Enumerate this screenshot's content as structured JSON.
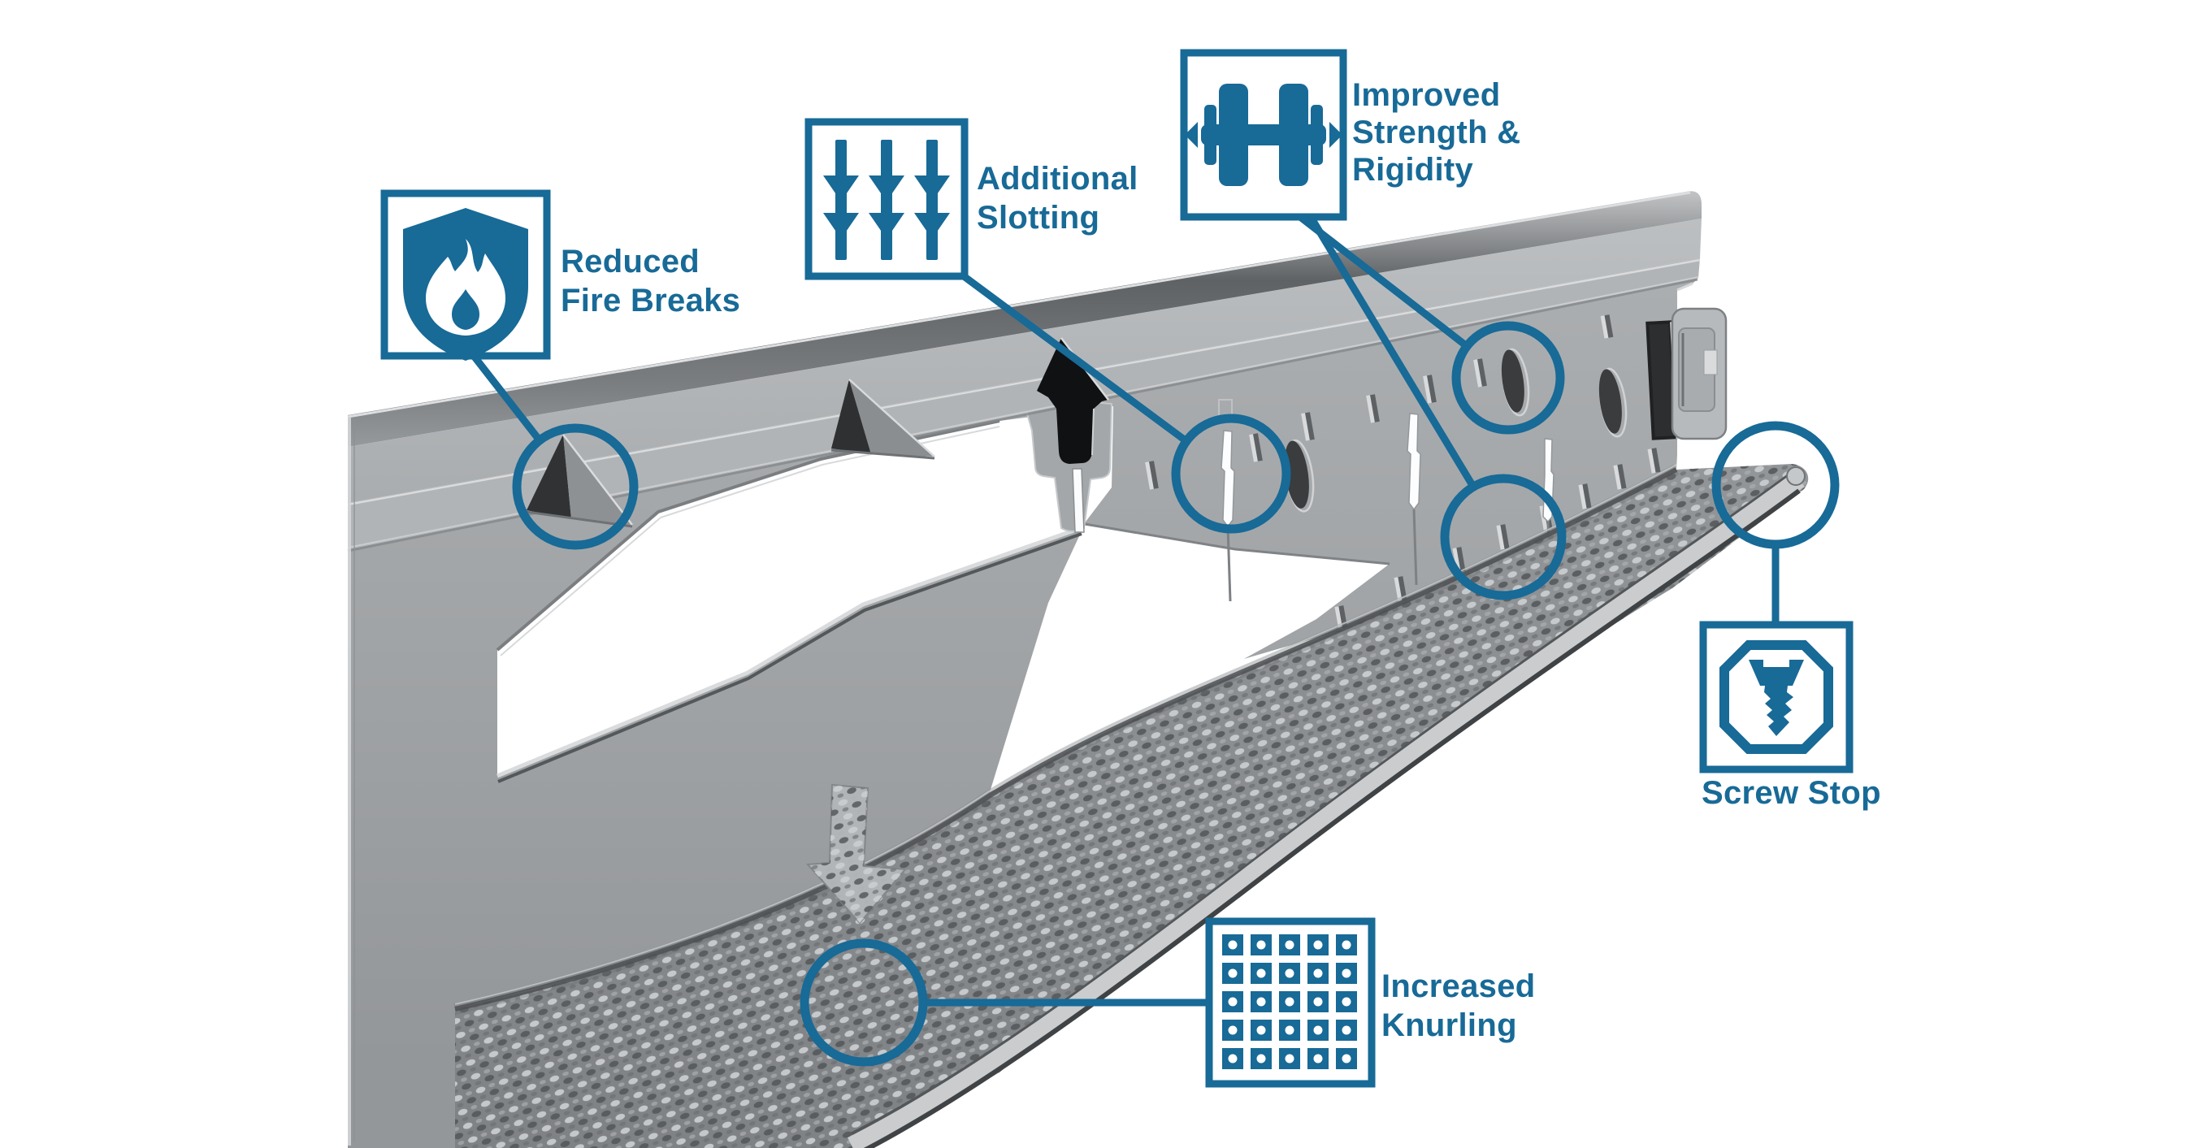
{
  "diagram": {
    "type": "product-feature-callout",
    "background": "#ffffff",
    "accent_color": "#186a97",
    "metal_colors": {
      "bead_dark": "#636668",
      "bulb_light": "#b7babc",
      "web_gray": "#a2a5a7",
      "knurl_light": "#cdd0d2",
      "slot_dark": "#101113"
    },
    "callouts": [
      {
        "id": "fire-breaks",
        "icon": "flame-shield-icon",
        "label_lines": [
          "Reduced",
          "Fire Breaks"
        ]
      },
      {
        "id": "slotting",
        "icon": "slots-icon",
        "label_lines": [
          "Additional",
          "Slotting"
        ]
      },
      {
        "id": "strength",
        "icon": "dumbbell-icon",
        "label_lines": [
          "Improved",
          "Strength &",
          "Rigidity"
        ]
      },
      {
        "id": "screw-stop",
        "icon": "screw-octagon-icon",
        "label_lines": [
          "Screw Stop"
        ]
      },
      {
        "id": "knurling",
        "icon": "knurl-grid-icon",
        "label_lines": [
          "Increased",
          "Knurling"
        ]
      }
    ]
  }
}
